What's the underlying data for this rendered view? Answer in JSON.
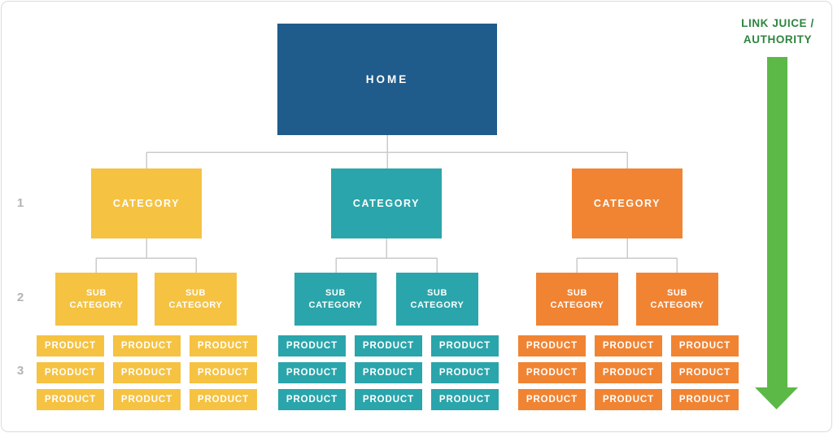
{
  "labels": {
    "home": "HOME",
    "category": "CATEGORY",
    "subcategory": "SUB CATEGORY",
    "product": "PRODUCT"
  },
  "levels": [
    "1",
    "2",
    "3"
  ],
  "link_juice": {
    "line1": "LINK JUICE /",
    "line2": "AUTHORITY"
  },
  "structure": {
    "type": "site-architecture-tree",
    "root": "HOME",
    "categories_per_root": 3,
    "subcategories_per_category": 2,
    "products_per_category": 9
  },
  "colors": {
    "home_box": "#1F5C8B",
    "category_1": "#F5C242",
    "category_2": "#2AA5AB",
    "category_3": "#F08433",
    "arrow": "#5CB947",
    "arrow_text": "#2E8540",
    "connector_line": "#C9CBCC",
    "level_number": "#B1B3B5"
  }
}
